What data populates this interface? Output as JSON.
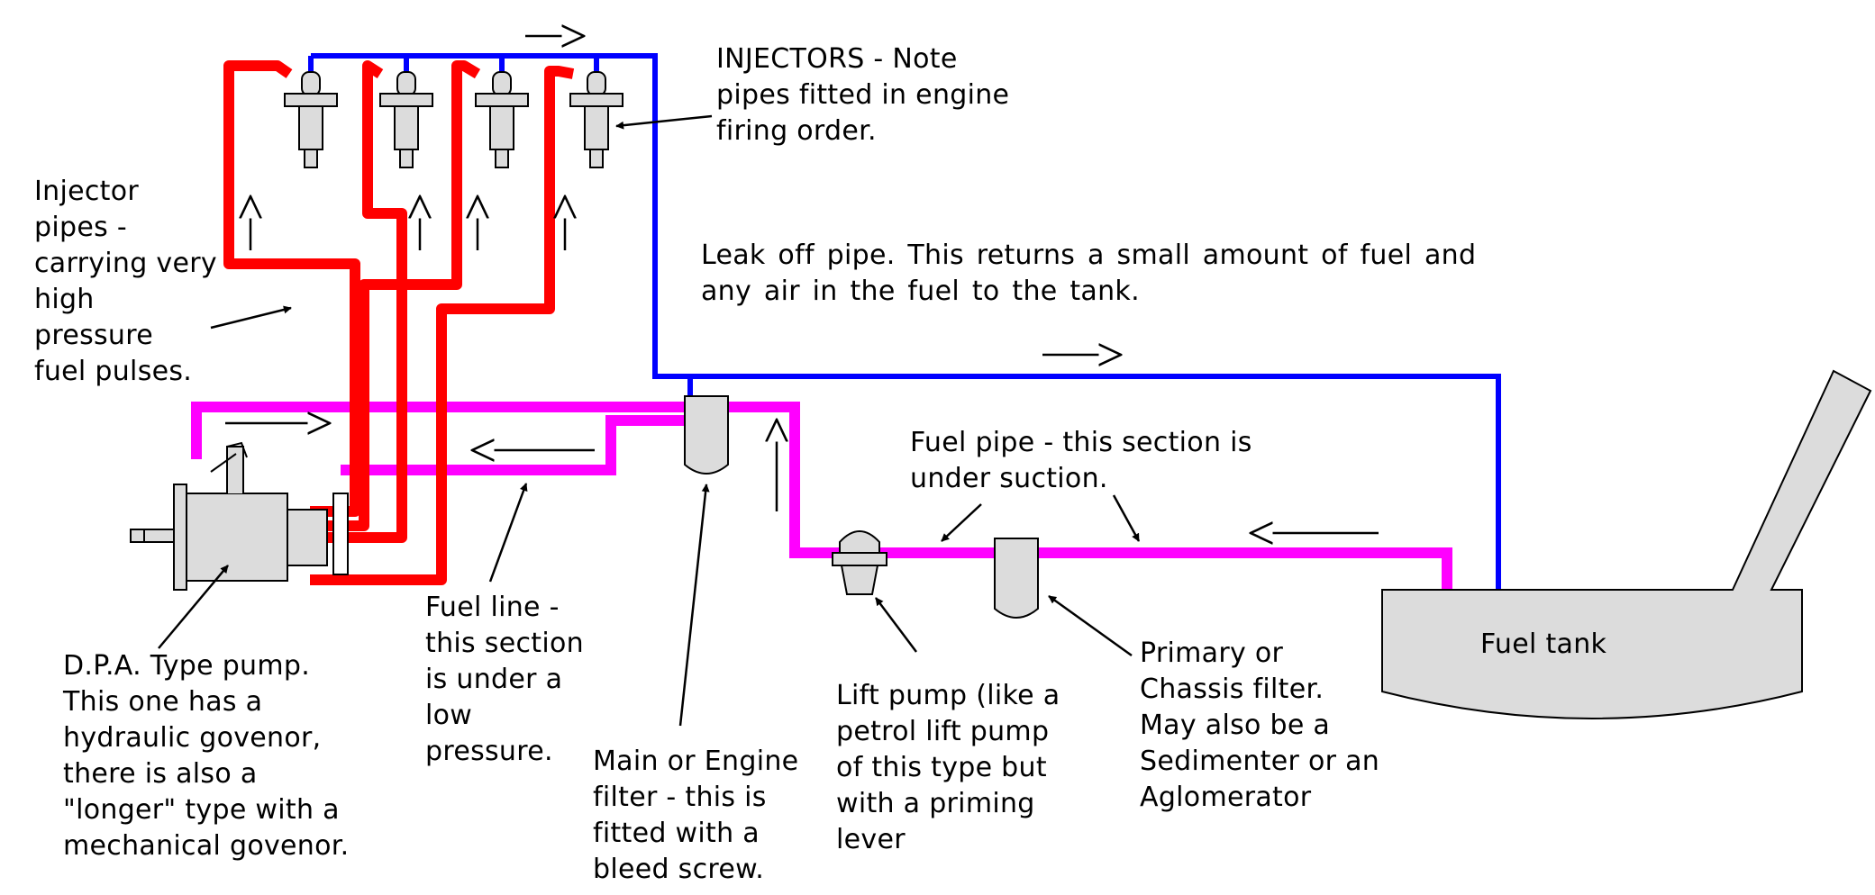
{
  "labels": {
    "injectors": "INJECTORS - Note\npipes fitted in engine\nfiring order.",
    "injector_pipes": "Injector\npipes -\ncarrying very\nhigh\npressure\nfuel pulses.",
    "leak_off": "Leak off pipe. This returns a small amount of fuel and\nany air in the fuel to the tank.",
    "fuel_pipe": "Fuel pipe - this section is\nunder suction.",
    "fuel_line": "Fuel line -\nthis section\nis under a\nlow\npressure.",
    "dpa_pump": "D.P.A. Type pump.\nThis one has a\nhydraulic govenor,\nthere is also a\n\"longer\" type with a\nmechanical govenor.",
    "main_filter": "Main or Engine\nfilter - this is\nfitted with a\nbleed screw.",
    "lift_pump": "Lift pump (like a\npetrol lift pump\nof this type but\nwith a priming\nlever",
    "primary_filter": "Primary or\nChassis filter.\nMay also be a\nSedimenter or an\nAglomerator",
    "fuel_tank": "Fuel tank"
  },
  "colors": {
    "high_pressure_pipe": "#ff0000",
    "leak_off_pipe": "#0000ff",
    "fuel_pipe": "#ff00ff",
    "component_fill": "#dcdcdc",
    "outline": "#000000"
  }
}
